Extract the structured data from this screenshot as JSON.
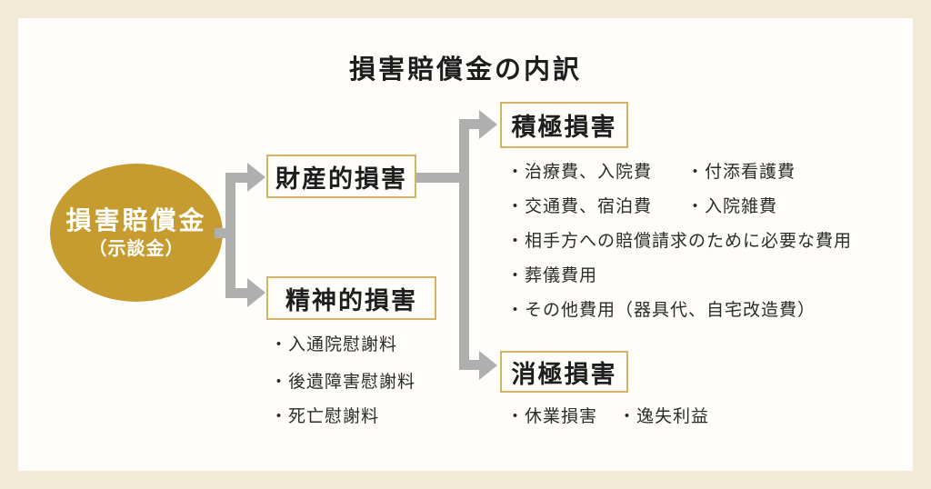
{
  "title": "損害賠償金の内訳",
  "colors": {
    "frame": "#F2EAD6",
    "background": "#FFFDF9",
    "root_fill": "#C69C30",
    "box_border": "#D5B264",
    "connector": "#AFAFAF",
    "text": "#1E1E1E"
  },
  "root": {
    "label": "損害賠償金",
    "sublabel": "（示談金）"
  },
  "branches": {
    "property": {
      "label": "財産的損害"
    },
    "mental": {
      "label": "精神的損害",
      "items": [
        "・入通院慰謝料",
        "・後遺障害慰謝料",
        "・死亡慰謝料"
      ]
    }
  },
  "active": {
    "label": "積極損害",
    "items": [
      {
        "col1": "・治療費、入院費",
        "col2": "・付添看護費"
      },
      {
        "col1": "・交通費、宿泊費",
        "col2": "・入院雑費"
      },
      {
        "col1": "・相手方への賠償請求のために必要な費用",
        "col2": ""
      },
      {
        "col1": "・葬儀費用",
        "col2": ""
      },
      {
        "col1": "・その他費用（器具代、自宅改造費）",
        "col2": ""
      }
    ]
  },
  "passive": {
    "label": "消極損害",
    "items": [
      {
        "col1": "・休業損害",
        "col2": "・逸失利益"
      }
    ]
  }
}
